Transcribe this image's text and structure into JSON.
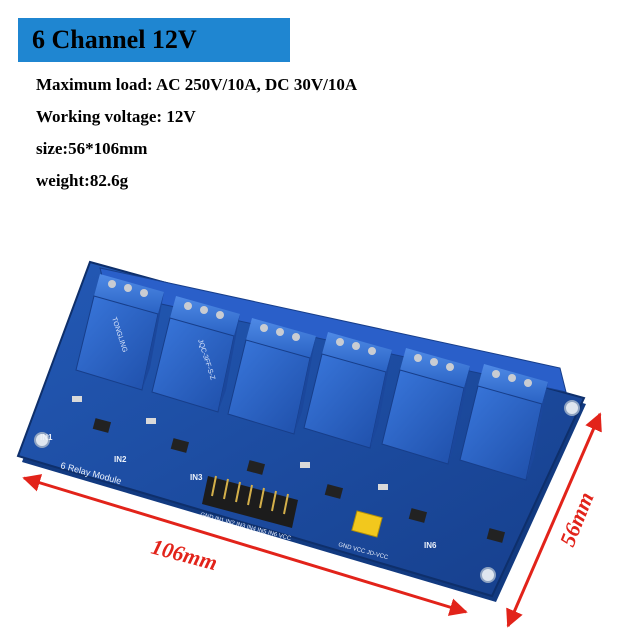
{
  "banner": {
    "title": "6 Channel 12V"
  },
  "specs": [
    "Maximum load: AC 250V/10A, DC 30V/10A",
    "Working voltage: 12V",
    "size:56*106mm",
    "weight:82.6g"
  ],
  "board": {
    "module_label": "6 Relay Module",
    "input_labels": [
      "IN1",
      "IN2",
      "IN3",
      "IN6"
    ],
    "header_label": "GND IN1 IN2 IN3 IN4 IN5 IN6 VCC",
    "jumper_label": "GND VCC JD-VCC",
    "relay_brand": "TONGLING",
    "relay_model": "JQC-3FF-S-Z"
  },
  "dimensions": {
    "length": "106mm",
    "width": "56mm"
  },
  "colors": {
    "banner": "#1f86d1",
    "pcb": "#1a4fa3",
    "relay": "#2f6fd6",
    "arrow": "#e2231a"
  }
}
